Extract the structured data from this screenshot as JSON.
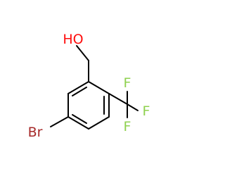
{
  "molecule": {
    "atoms": {
      "hydroxyl": "HO",
      "bromine": "Br",
      "fluorine_top": "F",
      "fluorine_right": "F",
      "fluorine_bottom": "F"
    },
    "colors": {
      "hydroxyl": "#ff0d0d",
      "bromine": "#a62929",
      "fluorine": "#8fd14f",
      "bond": "#000000",
      "background": "#ffffff"
    }
  }
}
